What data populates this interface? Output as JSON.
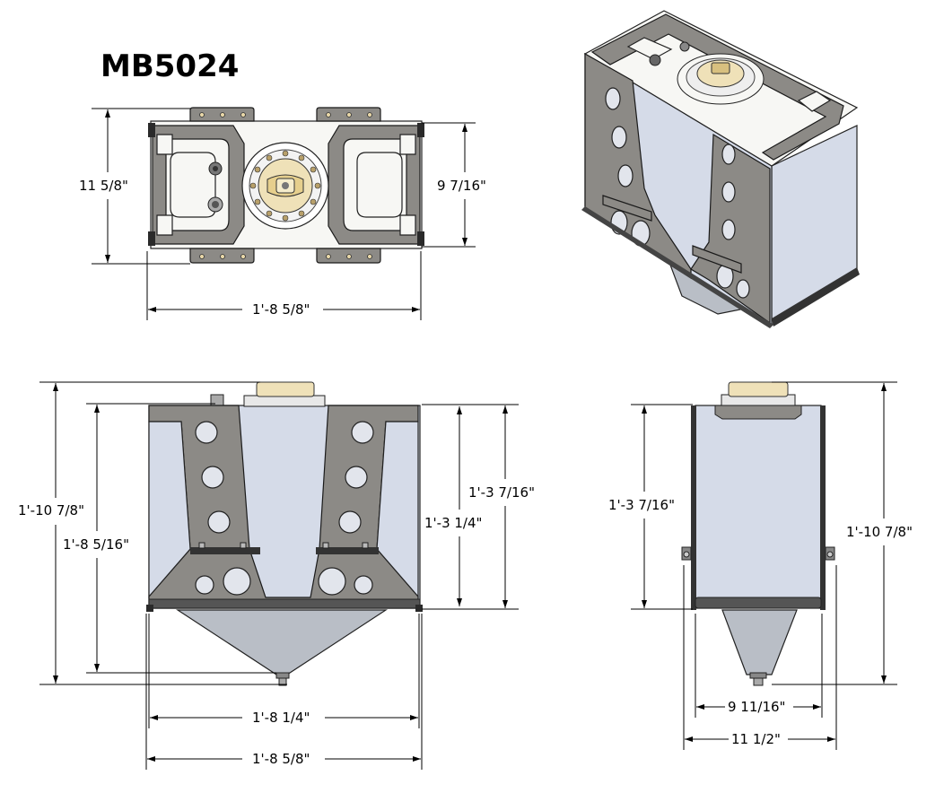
{
  "title": "MB5024",
  "top_view": {
    "height_dim": "11 5/8\"",
    "inner_height_dim": "9 7/16\"",
    "width_dim": "1'-8 5/8\""
  },
  "front_view": {
    "overall_height_dim": "1'-10 7/8\"",
    "body_height_dim": "1'-8 5/16\"",
    "tank_height_outer_dim": "1'-3 7/16\"",
    "tank_height_inner_dim": "1'-3 1/4\"",
    "inner_width_dim": "1'-8 1/4\"",
    "outer_width_dim": "1'-8 5/8\""
  },
  "side_view": {
    "tank_height_dim": "1'-3 7/16\"",
    "overall_height_dim": "1'-10 7/8\"",
    "inner_width_dim": "9 11/16\"",
    "outer_width_dim": "11 1/2\""
  },
  "colors": {
    "plate": "#8c8a86",
    "tank": "#d5dbe8",
    "cap": "#efe1b8"
  }
}
